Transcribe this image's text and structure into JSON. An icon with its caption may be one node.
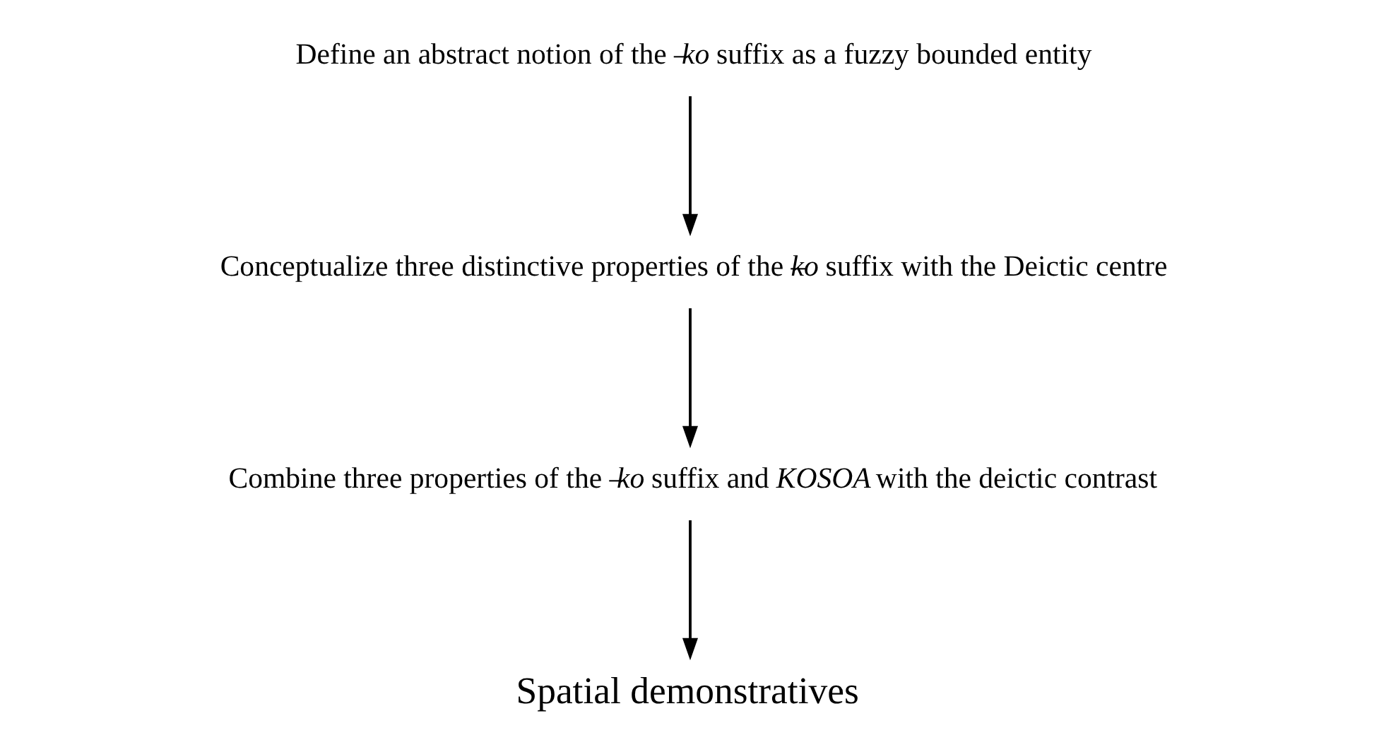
{
  "diagram": {
    "nodes": [
      {
        "text": [
          "Define an abstract notion of the –*ko* suffix as a fuzzy bounded entity"
        ]
      },
      {
        "text": [
          "Conceptualize three distinctive properties of the –*ko* suffix with the Deictic centre"
        ]
      },
      {
        "text": [
          "Combine three properties of the –*ko* suffix and *KOSOA* with the deictic contrast"
        ]
      },
      {
        "text": [
          "Spatial demonstratives"
        ]
      }
    ],
    "edges": [
      {
        "from": 0,
        "to": 1,
        "arrow": "to"
      },
      {
        "from": 1,
        "to": 2,
        "arrow": "to"
      },
      {
        "from": 2,
        "to": 3,
        "arrow": "to"
      }
    ]
  }
}
